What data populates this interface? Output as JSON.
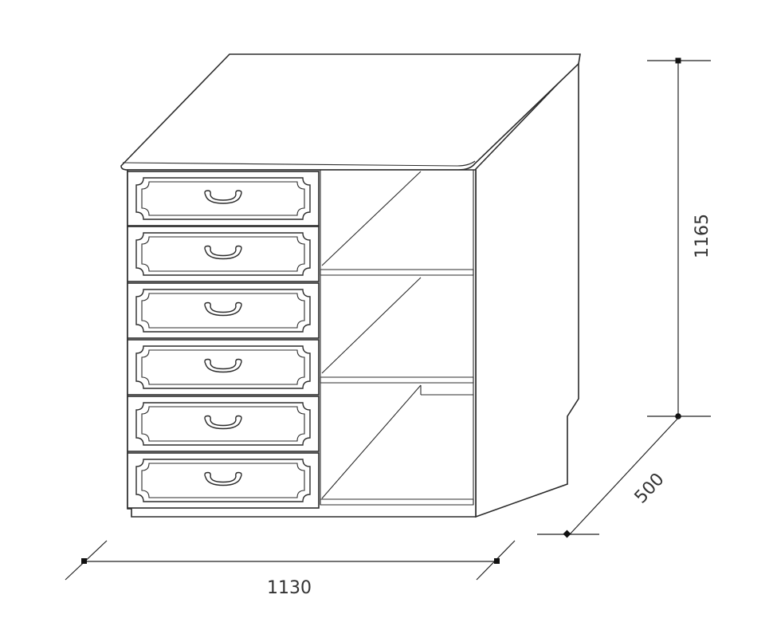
{
  "dimensions": {
    "width": "1130",
    "depth": "500",
    "height": "1165"
  },
  "drawer_count": 6,
  "shelf_count": 3,
  "line_color": "#2b2b2b"
}
